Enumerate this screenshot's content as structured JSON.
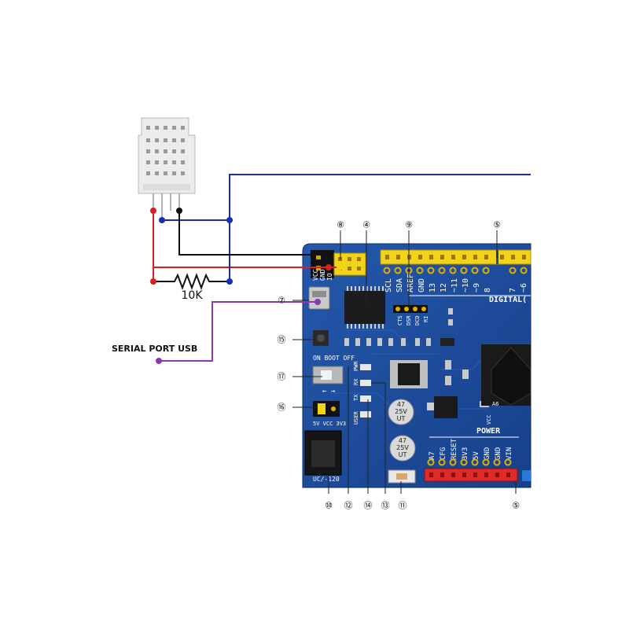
{
  "labels": {
    "resistor_value": "10K",
    "serial_port": "SERIAL PORT USB",
    "board_model": "UC/-120"
  },
  "header_pins": [
    "VCC",
    "GND",
    "IO"
  ],
  "top_header_labels": [
    "SCL",
    "SDA",
    "AREF",
    "GND",
    "13",
    "12",
    "~11",
    "~10",
    "~9",
    "8",
    "7",
    "~6"
  ],
  "digital_label": "DIGITAL(",
  "bottom_header_labels": [
    "A7",
    "CFG",
    "RESET",
    "3V3",
    "5V",
    "GND",
    "GND",
    "VIN"
  ],
  "power_label": "POWER",
  "boot_label": "ON BOOT OFF",
  "voltage_labels": "5V VCC 3V3",
  "uart_labels": [
    "CTS",
    "DSR",
    "DCD",
    "RI"
  ],
  "led_labels": [
    "PWR",
    "RX",
    "TX",
    "USER"
  ],
  "capacitor": {
    "value": "47",
    "voltage": "25V",
    "series": "UT"
  },
  "ic_labels": [
    "A6",
    "VCC"
  ],
  "callouts": [
    {
      "id": "c8",
      "text": "⑧"
    },
    {
      "id": "c4",
      "text": "④"
    },
    {
      "id": "c9",
      "text": "⑨"
    },
    {
      "id": "c5a",
      "text": "⑤"
    },
    {
      "id": "c7",
      "text": "⑦"
    },
    {
      "id": "c15",
      "text": "⑮"
    },
    {
      "id": "c17",
      "text": "⑰"
    },
    {
      "id": "c16",
      "text": "⑯"
    },
    {
      "id": "c10",
      "text": "⑩"
    },
    {
      "id": "c12",
      "text": "⑫"
    },
    {
      "id": "c14",
      "text": "⑭"
    },
    {
      "id": "c13",
      "text": "⑬"
    },
    {
      "id": "c11",
      "text": "⑪"
    },
    {
      "id": "c5b",
      "text": "⑤"
    }
  ],
  "colors": {
    "board": "#1f4e9a",
    "wire_red": "#d42020",
    "wire_blue": "#1a2fb0",
    "wire_black": "#111111",
    "wire_purple": "#8a3ab0",
    "header_yellow": "#f3d21a",
    "header_red": "#e02a2a"
  }
}
